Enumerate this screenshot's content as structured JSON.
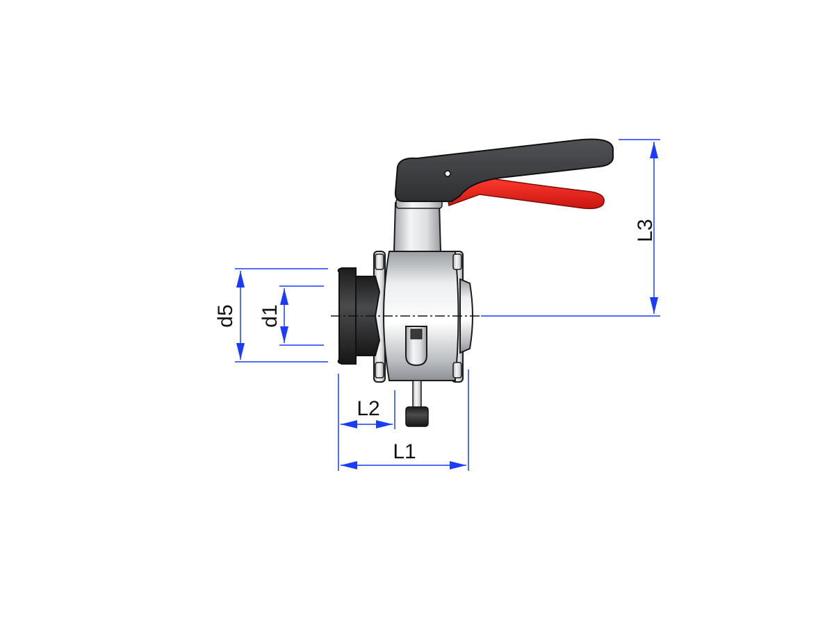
{
  "labels": {
    "d5": "d5",
    "d1": "d1",
    "l1": "L1",
    "l2": "L2",
    "l3": "L3"
  },
  "colors": {
    "dimension_lines": "#1a3cff",
    "handle_body": "#3a3c3e",
    "trigger": "#e8201a",
    "steel": "#d8dadc",
    "nut": "#2a2a2a"
  }
}
